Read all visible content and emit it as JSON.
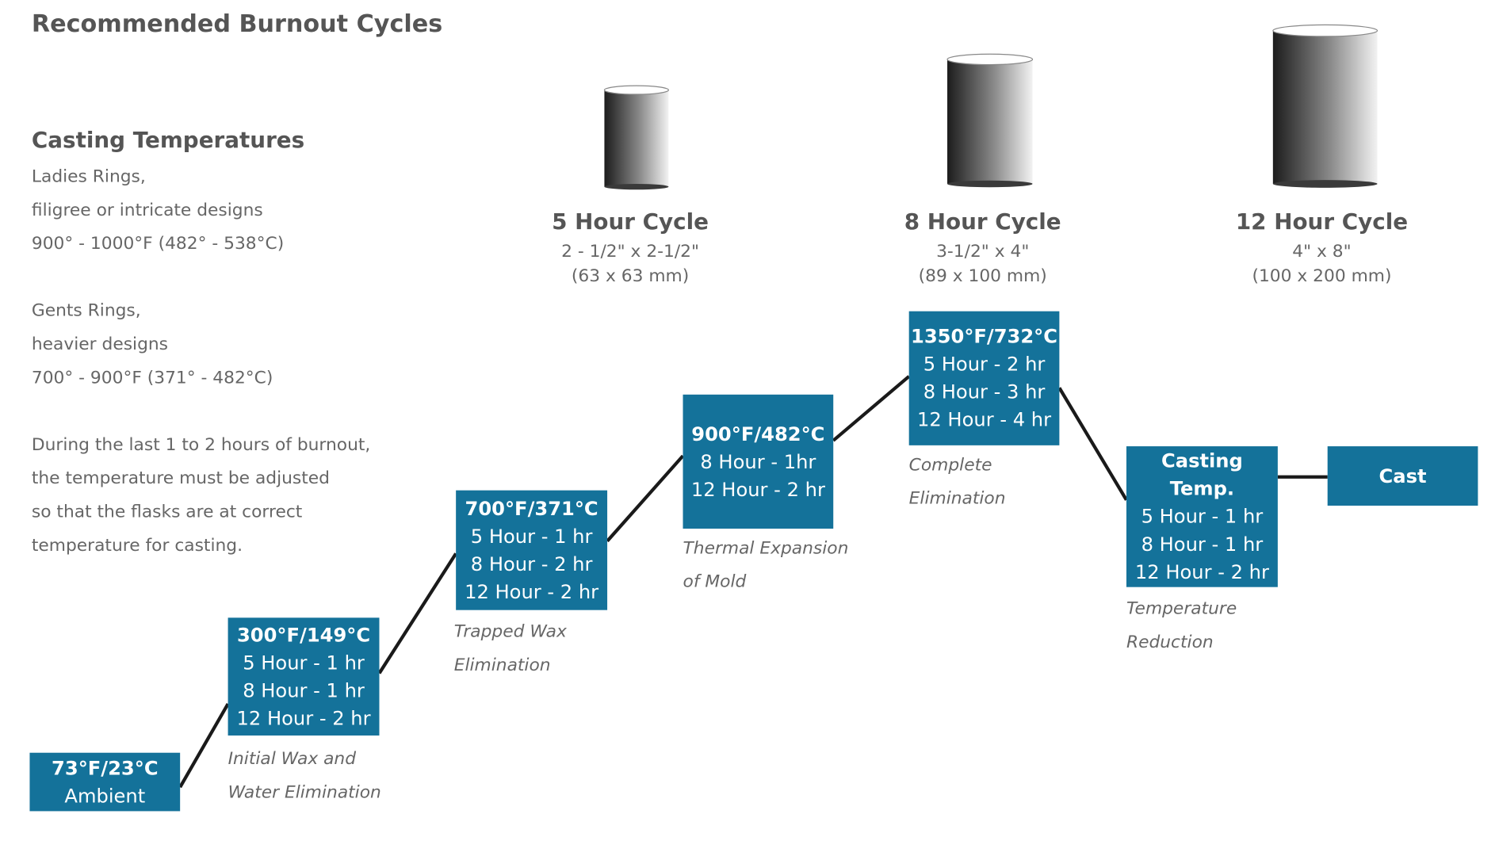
{
  "title": "Recommended Burnout Cycles",
  "casting_temperatures": {
    "heading": "Casting Temperatures",
    "lines": [
      "Ladies Rings,",
      "filigree or intricate designs",
      "900° - 1000°F (482° - 538°C)",
      "",
      "Gents Rings,",
      "heavier designs",
      "700° - 900°F (371° - 482°C)",
      "",
      "During the last 1 to 2 hours of burnout,",
      "the temperature must be adjusted",
      "so that the flasks are at correct",
      "temperature for casting."
    ]
  },
  "flasks": [
    {
      "title": "5 Hour Cycle",
      "dim1": "2 - 1/2\" x 2-1/2\"",
      "dim2": "(63 x 63 mm)"
    },
    {
      "title": "8 Hour Cycle",
      "dim1": "3-1/2\" x 4\"",
      "dim2": "(89 x 100 mm)"
    },
    {
      "title": "12 Hour Cycle",
      "dim1": "4\" x 8\"",
      "dim2": "(100 x 200 mm)"
    }
  ],
  "steps": [
    {
      "lines": [
        "73°F/23°C",
        "Ambient"
      ],
      "caption": []
    },
    {
      "lines": [
        "300°F/149°C",
        "5 Hour  - 1 hr",
        "8 Hour - 1 hr",
        "12 Hour - 2 hr"
      ],
      "caption": [
        "Initial Wax and",
        "Water Elimination"
      ]
    },
    {
      "lines": [
        "700°F/371°C",
        "5 Hour - 1 hr",
        "8 Hour - 2 hr",
        "12 Hour - 2 hr"
      ],
      "caption": [
        "Trapped Wax",
        "Elimination"
      ]
    },
    {
      "lines": [
        "900°F/482°C",
        "8 Hour - 1hr",
        "12 Hour - 2 hr"
      ],
      "caption": [
        "Thermal Expansion",
        "of Mold"
      ]
    },
    {
      "lines": [
        "1350°F/732°C",
        "5 Hour - 2 hr",
        "8 Hour - 3 hr",
        "12 Hour - 4 hr"
      ],
      "caption": [
        "Complete",
        "Elimination"
      ]
    },
    {
      "lines": [
        "Casting",
        "Temp.",
        "5 Hour - 1 hr",
        "8 Hour - 1 hr",
        "12 Hour - 2 hr"
      ],
      "caption": [
        "Temperature",
        "Reduction"
      ]
    },
    {
      "lines": [
        "Cast"
      ],
      "caption": []
    }
  ],
  "colors": {
    "box": "#14729a",
    "box_text": "#ffffff",
    "connector": "#1a1a1a",
    "heading_text": "#555555",
    "body_text": "#666666"
  }
}
